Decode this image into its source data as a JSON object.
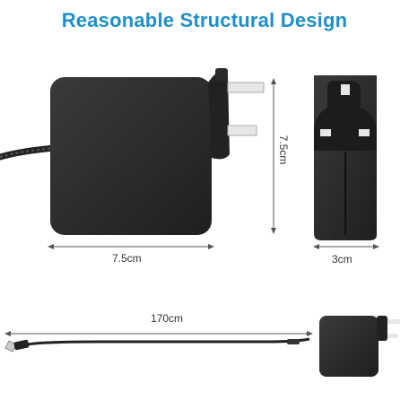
{
  "title": "Reasonable Structural Design",
  "dimensions": {
    "width_label": "7.5cm",
    "height_label": "7.5cm",
    "depth_label": "3cm",
    "cable_label": "170cm"
  },
  "colors": {
    "title": "#1f8fc9",
    "body": "#2b2b2b",
    "line": "#555555",
    "prong": "#e8e8e8"
  }
}
